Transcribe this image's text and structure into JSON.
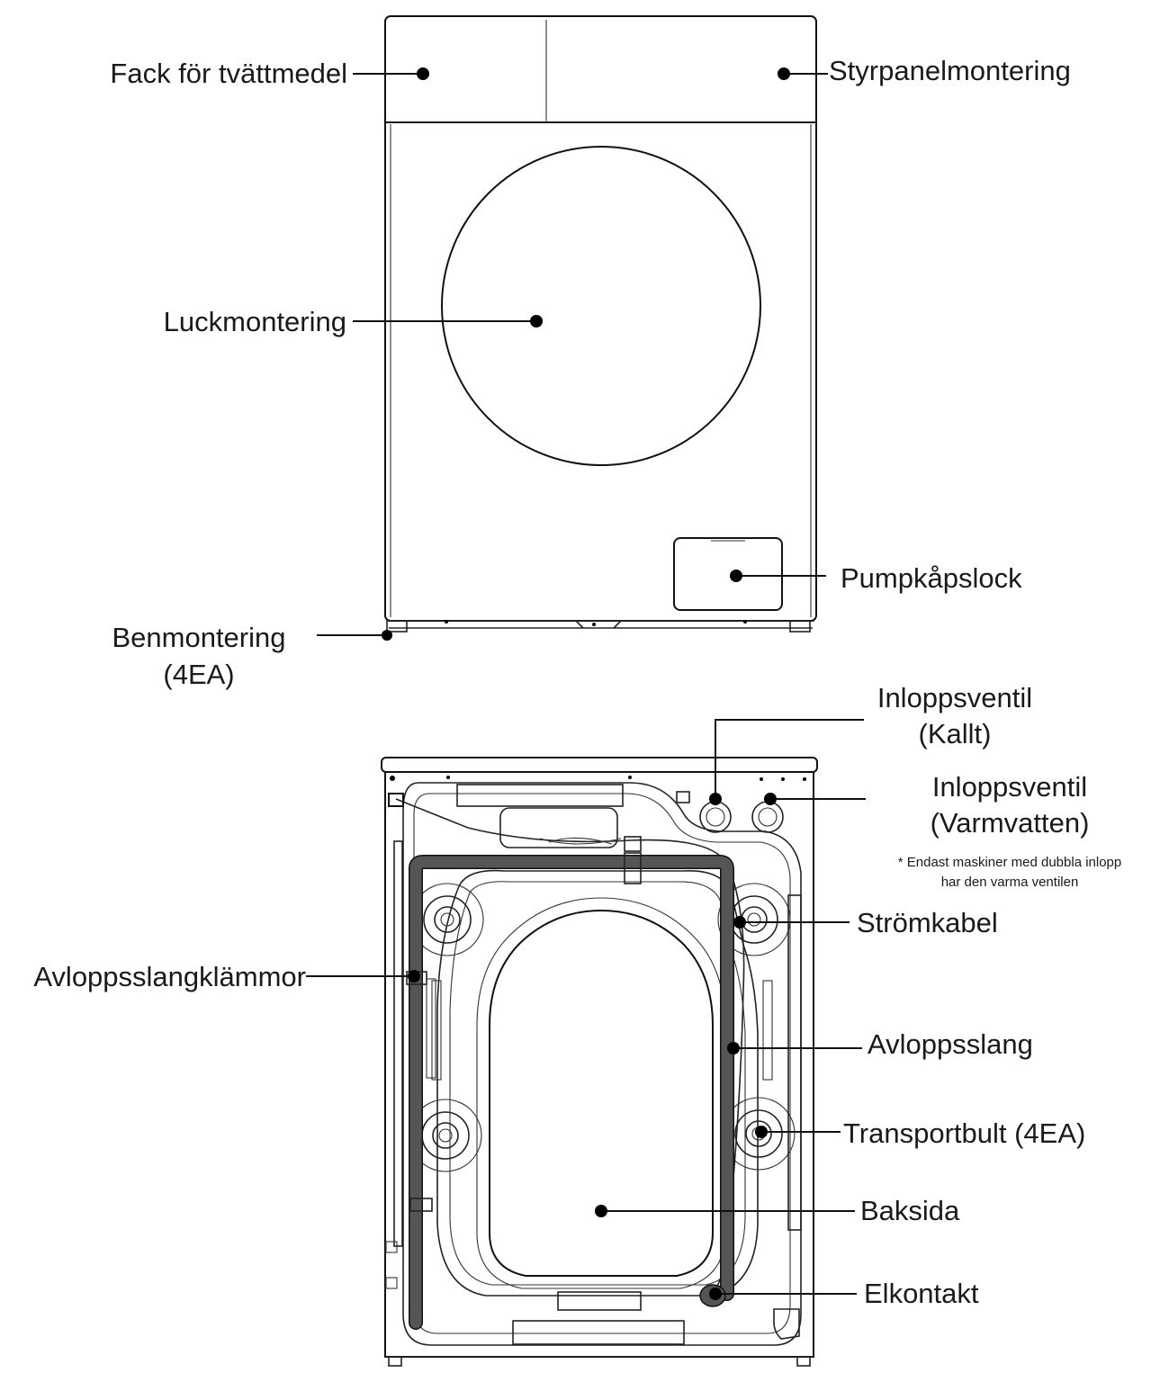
{
  "front_view": {
    "labels": {
      "detergent_drawer": "Fack för tvättmedel",
      "control_panel": "Styrpanelmontering",
      "door": "Luckmontering",
      "pump_cover": "Pumpkåpslock",
      "leg_line1": "Benmontering",
      "leg_line2": "(4EA)"
    }
  },
  "rear_view": {
    "labels": {
      "inlet_cold_line1": "Inloppsventil",
      "inlet_cold_line2": "(Kallt)",
      "inlet_hot_line1": "Inloppsventil",
      "inlet_hot_line2": "(Varmvatten)",
      "note_line1": "* Endast maskiner med dubbla inlopp",
      "note_line2": "har den varma ventilen",
      "power_cable": "Strömkabel",
      "drain_hose_clamps": "Avloppsslangklämmor",
      "drain_hose": "Avloppsslang",
      "transit_bolt": "Transportbult (4EA)",
      "back_cover": "Baksida",
      "power_plug": "Elkontakt"
    }
  }
}
